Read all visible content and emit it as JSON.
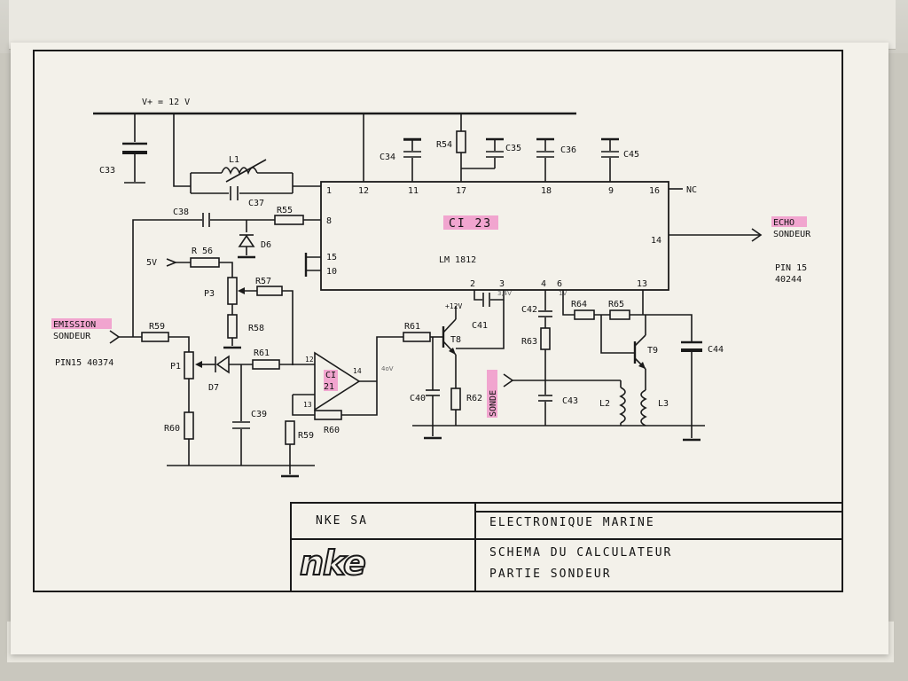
{
  "supply": {
    "label": "V+ = 12 V"
  },
  "chip": {
    "name": "CI 23",
    "part": "LM 1812",
    "pins_top": [
      "1",
      "12",
      "11",
      "17",
      "18",
      "9",
      "16"
    ],
    "pins_left": [
      "8",
      "15",
      "10"
    ],
    "pins_bottom": [
      "2",
      "3",
      "4",
      "6",
      "13"
    ],
    "pin_right": "14",
    "nc": "NC",
    "pin3_note": "3,4V",
    "pin6_note": "1V"
  },
  "components": {
    "c33": "C33",
    "l1": "L1",
    "c37": "C37",
    "c34": "C34",
    "r54": "R54",
    "c35": "C35",
    "c36": "C36",
    "c45": "C45",
    "c38": "C38",
    "r55": "R55",
    "d6": "D6",
    "r56": "R 56",
    "v5": "5V",
    "r57": "R57",
    "p3": "P3",
    "r58": "R58",
    "r59a": "R59",
    "p1": "P1",
    "d7": "D7",
    "r61a": "R61",
    "c39": "C39",
    "r60a": "R60",
    "r59b": "R59",
    "r60b": "R60",
    "ci_op": "CI",
    "ci_op2": "21",
    "opamp_p12": "12",
    "opamp_p13": "13",
    "opamp_p14": "14",
    "opamp_note": "4oV",
    "r61b": "R61",
    "v12": "+12V",
    "t8": "T8",
    "c41": "C41",
    "c40": "C40",
    "r62": "R62",
    "c42": "C42",
    "r63": "R63",
    "c43": "C43",
    "r64": "R64",
    "r65": "R65",
    "t9": "T9",
    "c44": "C44",
    "l2": "L2",
    "l3": "L3"
  },
  "connectors": {
    "emission_1": "EMISSION",
    "emission_2": "SONDEUR",
    "emission_pin": "PIN15 40374",
    "echo_1": "ECHO",
    "echo_2": "SONDEUR",
    "echo_pin_1": "PIN 15",
    "echo_pin_2": "40244",
    "sonde": "SONDE"
  },
  "title_block": {
    "company": "NKE SA",
    "division": "ELECTRONIQUE MARINE",
    "logo": "nke",
    "title_1": "SCHEMA DU CALCULATEUR",
    "title_2": "PARTIE SONDEUR"
  },
  "colors": {
    "highlighter": "#f07cc0",
    "ink": "#1a1a1a",
    "paper": "#f3f1ea"
  }
}
